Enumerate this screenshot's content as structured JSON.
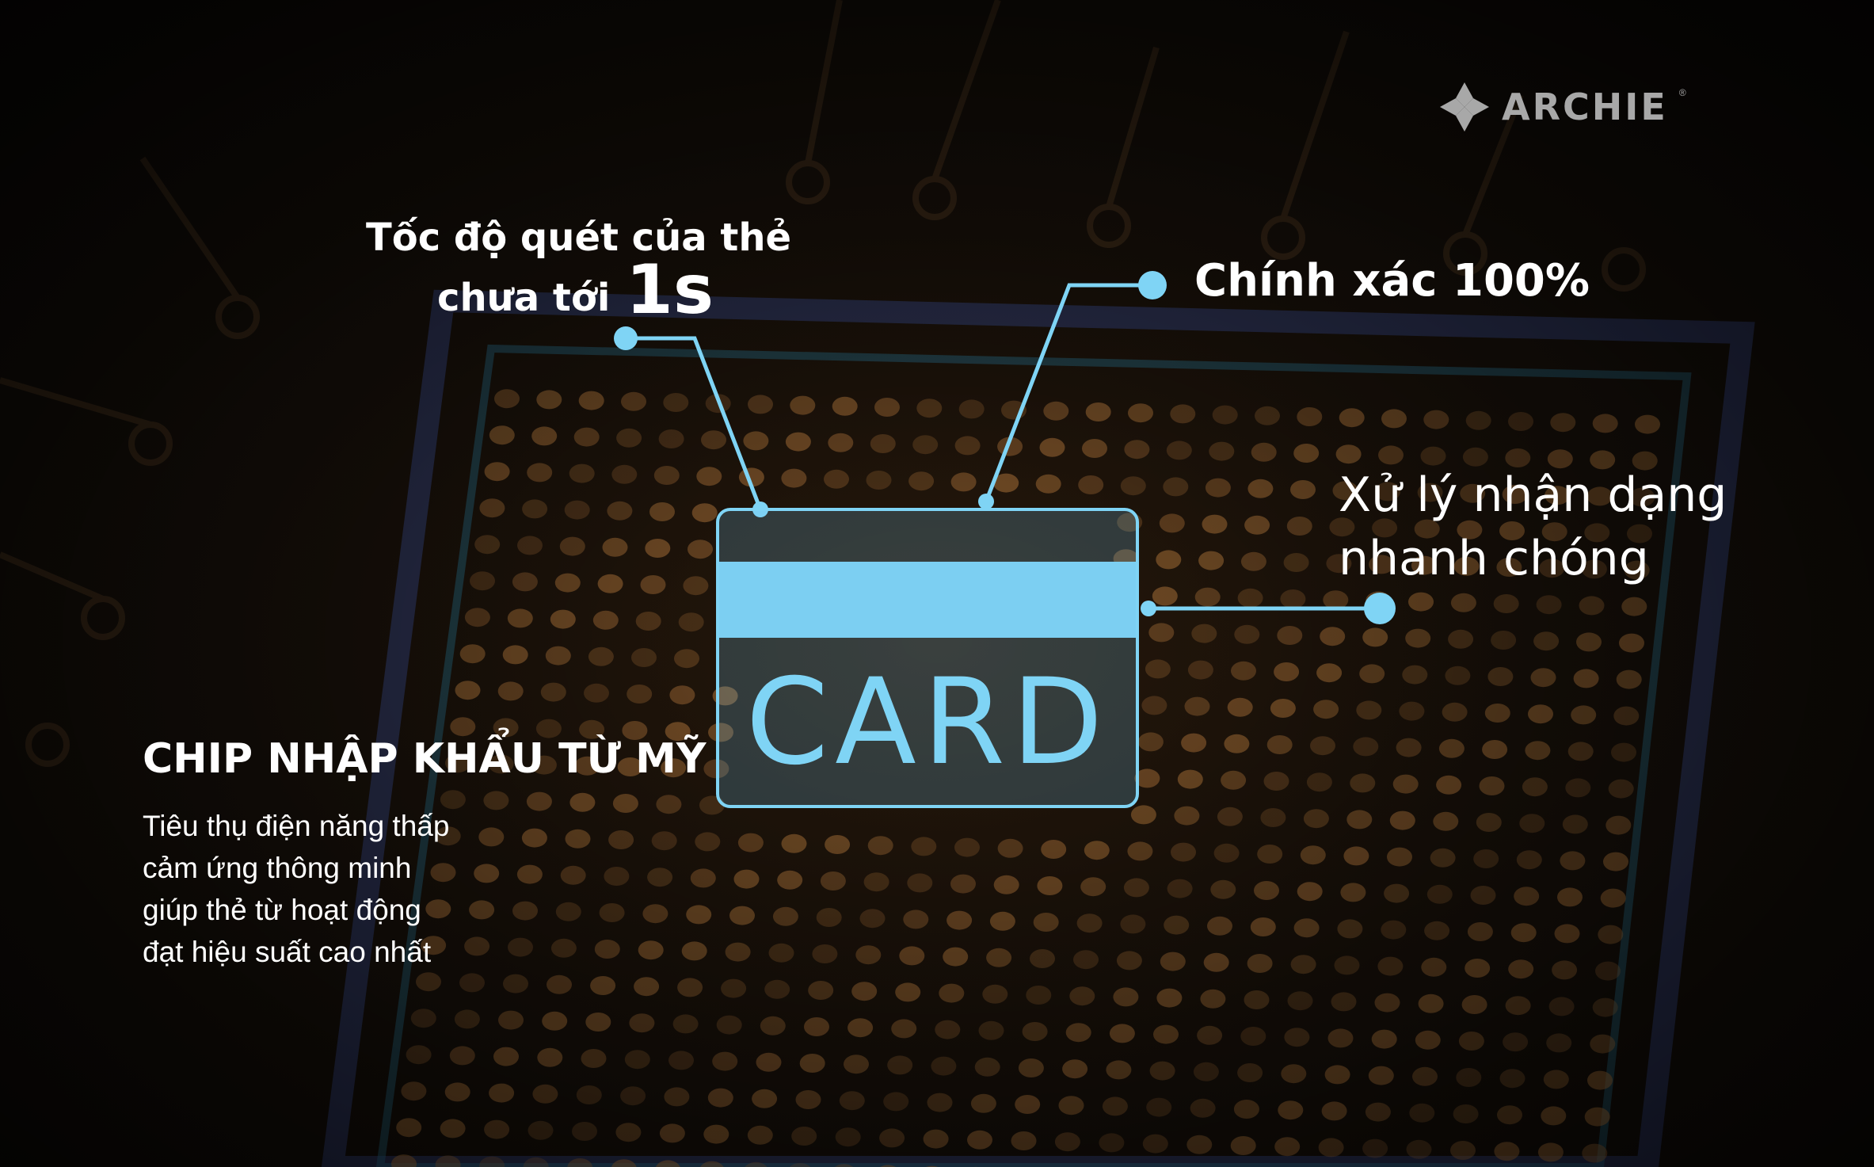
{
  "brand": {
    "name": "ARCHIE",
    "reg_mark": "®",
    "color": "#a8a8a8",
    "logo_icon": "archie-diamond-logo-icon"
  },
  "card": {
    "label": "CARD",
    "accent": "#7fd4f5",
    "stripe": "#7ccff2"
  },
  "callouts": {
    "scan_speed": {
      "line1": "Tốc độ quét của thẻ",
      "line2_prefix": "chưa tới",
      "value": "1s"
    },
    "accuracy": {
      "text": "Chính xác 100%"
    },
    "recognition": {
      "line1": "Xử lý nhận dạng",
      "line2": "nhanh chóng"
    }
  },
  "chip": {
    "heading": "CHIP NHẬP KHẨU TỪ MỸ",
    "lines": [
      "Tiêu thụ điện năng thấp",
      "cảm ứng thông minh",
      "giúp thẻ từ hoạt động",
      "đạt hiệu suất cao nhất"
    ]
  },
  "colors": {
    "text": "#ffffff",
    "line": "#7fd4f5",
    "background": "#1a120a",
    "pad": "#b4783c"
  }
}
